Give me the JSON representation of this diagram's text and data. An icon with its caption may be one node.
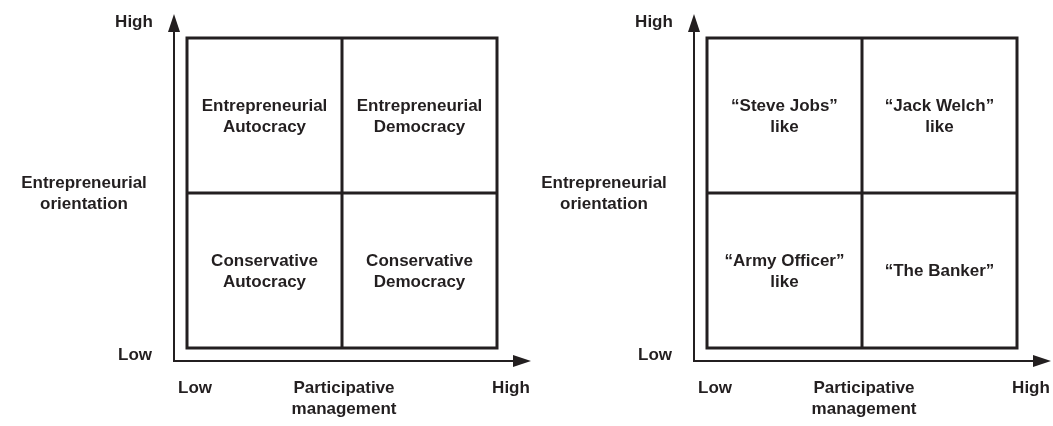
{
  "diagram": {
    "nodes": [
      {
        "text": [
          "Entrepreneurial Autocracy"
        ]
      },
      {
        "text": [
          "Entrepreneurial Democracy"
        ]
      },
      {
        "text": [
          "Conservative Autocracy"
        ]
      },
      {
        "text": [
          "Conservative Democracy"
        ]
      },
      {
        "text": [
          "“Steve Jobs” like"
        ]
      },
      {
        "text": [
          "“Jack Welch” like"
        ]
      },
      {
        "text": [
          "“Army Officer” like"
        ]
      },
      {
        "text": [
          "“The Banker”"
        ]
      }
    ],
    "labels": [
      "High",
      "Entrepreneurial orientation",
      "Low",
      "Low",
      "Participative management",
      "High",
      "High",
      "Entrepreneurial orientation",
      "Low",
      "Low",
      "Participative management",
      "High"
    ]
  }
}
